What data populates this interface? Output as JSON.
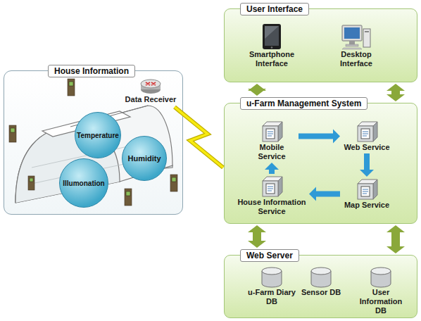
{
  "diagram": {
    "nodes": [
      {
        "text": [
          "House Information"
        ]
      },
      {
        "text": [
          "Temperature"
        ],
        "in": 0
      },
      {
        "text": [
          "Humidity"
        ],
        "in": 0
      },
      {
        "text": [
          "Illumonation"
        ],
        "in": 0
      },
      {
        "text": [
          "Data Receiver"
        ],
        "in": 0
      },
      {
        "text": [
          "User Interface"
        ]
      },
      {
        "text": [
          "Smartphone Interface"
        ],
        "in": 5
      },
      {
        "text": [
          "Desktop Interface"
        ],
        "in": 5
      },
      {
        "text": [
          "u-Farm Management System"
        ]
      },
      {
        "text": [
          "Mobile Service"
        ],
        "in": 8
      },
      {
        "text": [
          "Web Service"
        ],
        "in": 8
      },
      {
        "text": [
          "House Information Service"
        ],
        "in": 8
      },
      {
        "text": [
          "Map Service"
        ],
        "in": 8
      },
      {
        "text": [
          "Web Server"
        ]
      },
      {
        "text": [
          "u-Farm Diary DB"
        ],
        "in": 13
      },
      {
        "text": [
          "Sensor DB"
        ],
        "in": 13
      },
      {
        "text": [
          "User Information DB"
        ],
        "in": 13
      }
    ],
    "edges": [
      {
        "from": 5,
        "to": 8,
        "arrow": "both"
      },
      {
        "from": 5,
        "to": 8,
        "arrow": "both"
      },
      {
        "from": 8,
        "to": 13,
        "arrow": "both"
      },
      {
        "from": 8,
        "to": 13,
        "arrow": "both"
      },
      {
        "from": 9,
        "to": 10,
        "arrow": "to"
      },
      {
        "from": 10,
        "to": 12,
        "arrow": "to"
      },
      {
        "from": 12,
        "to": 11,
        "arrow": "to"
      },
      {
        "from": 11,
        "to": 9,
        "arrow": "to"
      },
      {
        "from": 4,
        "to": 8,
        "arrow": "none"
      }
    ]
  }
}
